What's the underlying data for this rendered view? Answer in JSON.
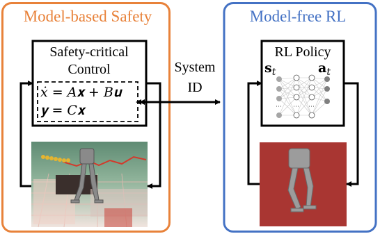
{
  "left_panel": {
    "title": "Model-based Safety",
    "box_line1": "Safety-critical",
    "box_line2": "Control",
    "equation_1": "ẋ = A𝐱 + B𝐮",
    "equation_2": "𝐲 = C𝐱",
    "image_label": "robot-in-simulated-terrain"
  },
  "right_panel": {
    "title": "Model-free RL",
    "box_title": "RL Policy",
    "state_symbol": "s",
    "state_subscript": "t",
    "action_symbol": "a",
    "action_subscript": "t",
    "image_label": "robot-on-red-background"
  },
  "connector": {
    "line1": "System",
    "line2": "ID"
  },
  "colors": {
    "left_border": "#E8823A",
    "right_border": "#4472C4",
    "arrow": "#000000",
    "neuron_fill": "#9a9a9a",
    "red_bg": "#b23a36"
  }
}
